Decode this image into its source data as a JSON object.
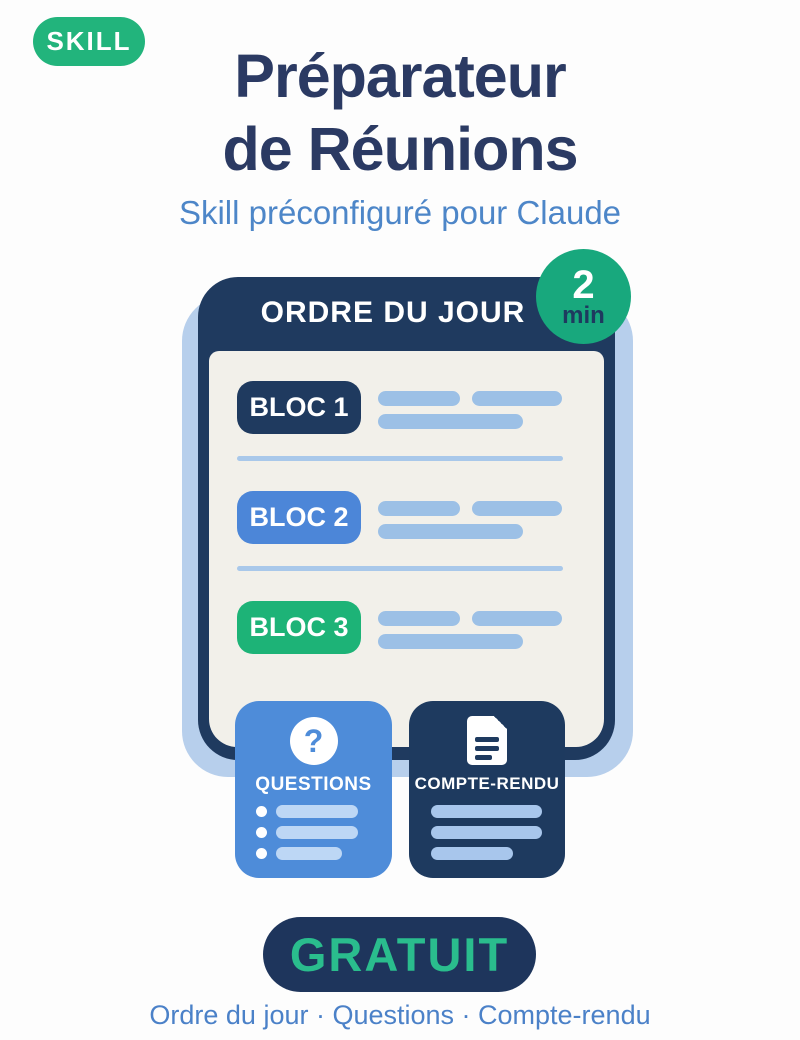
{
  "badge": {
    "label": "SKILL"
  },
  "title": {
    "line1": "Préparateur",
    "line2": "de Réunions"
  },
  "subtitle": "Skill préconfiguré pour Claude",
  "agenda": {
    "header": "ORDRE DU JOUR",
    "duration": {
      "value": "2",
      "unit": "min"
    },
    "blocs": [
      {
        "label": "BLOC 1",
        "color": "#1f3a5f"
      },
      {
        "label": "BLOC 2",
        "color": "#4c86d8"
      },
      {
        "label": "BLOC 3",
        "color": "#1db377"
      }
    ]
  },
  "cards": {
    "questions": {
      "label": "QUESTIONS",
      "icon": "question-icon",
      "icon_glyph": "?",
      "color": "#4e8cd9"
    },
    "compte_rendu": {
      "label": "COMPTE-RENDU",
      "icon": "document-icon",
      "color": "#1e3a5f"
    }
  },
  "cta": {
    "label": "GRATUIT",
    "bg": "#1e355c",
    "text_color": "#2abd8d"
  },
  "footer": "Ordre du jour · Questions · Compte-rendu",
  "colors": {
    "skill_badge_green": "#22b47c",
    "title_navy": "#2b3a63",
    "subtitle_blue": "#4d86c8",
    "tablet_navy": "#1f3a5f",
    "backing_light_blue": "#b7cfec",
    "screen_offwhite": "#f2f0ea",
    "duration_green": "#18a87d",
    "skeleton_blue": "#9cc0e6",
    "footer_blue": "#4b81c8"
  }
}
